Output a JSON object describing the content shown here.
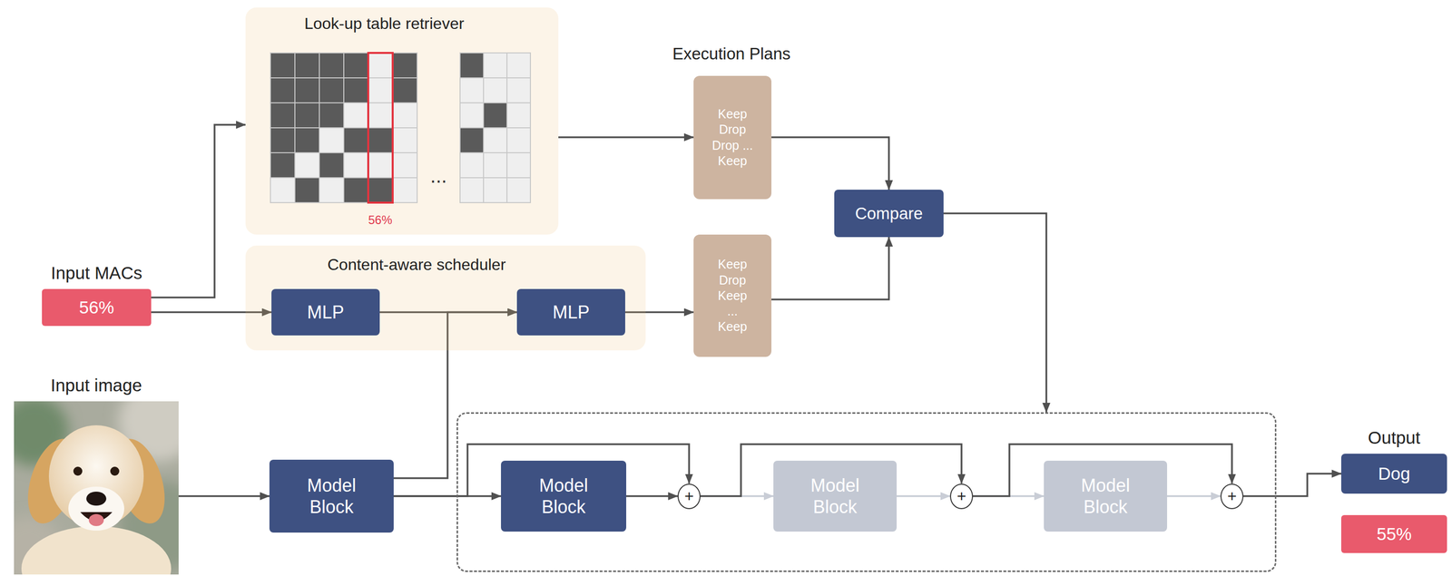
{
  "diagram": {
    "nodes": [
      {
        "text": [
          "Look-up table retriever"
        ]
      },
      {
        "text": [
          "Content-aware scheduler"
        ]
      },
      {
        "text": [
          "MLP"
        ],
        "in": 1
      },
      {
        "text": [
          "MLP"
        ],
        "in": 1
      },
      {
        "text": [
          "Keep Drop Drop ... Keep"
        ]
      },
      {
        "text": [
          "Keep Drop Keep ... Keep"
        ]
      },
      {
        "text": [
          "Compare"
        ]
      },
      {
        "text": [
          "Input MACs",
          "56%"
        ]
      },
      {
        "text": [
          "Input image"
        ]
      },
      {
        "text": [
          "Model Block"
        ]
      },
      {
        "text": []
      },
      {
        "text": [
          "Model Block"
        ],
        "in": 10
      },
      {
        "text": [
          "Model Block"
        ],
        "in": 10
      },
      {
        "text": [
          "Model Block"
        ],
        "in": 10
      },
      {
        "text": [
          "+"
        ],
        "in": 10
      },
      {
        "text": [
          "+"
        ],
        "in": 10
      },
      {
        "text": [
          "+"
        ],
        "in": 10
      },
      {
        "text": [
          "Output",
          "Dog"
        ]
      },
      {
        "text": [
          "55%"
        ]
      }
    ],
    "edges": [
      {
        "from": 7,
        "to": 0,
        "arrow": "to"
      },
      {
        "from": 7,
        "to": 2,
        "arrow": "to"
      },
      {
        "from": 2,
        "to": 3,
        "arrow": "to"
      },
      {
        "from": 9,
        "to": 3,
        "arrow": "to"
      },
      {
        "from": 0,
        "to": 4,
        "arrow": "to"
      },
      {
        "from": 3,
        "to": 5,
        "arrow": "to"
      },
      {
        "from": 4,
        "to": 6,
        "arrow": "to"
      },
      {
        "from": 5,
        "to": 6,
        "arrow": "to"
      },
      {
        "from": 6,
        "to": 10,
        "arrow": "to"
      },
      {
        "from": 8,
        "to": 9,
        "arrow": "to"
      },
      {
        "from": 9,
        "to": 11,
        "arrow": "to"
      },
      {
        "from": 9,
        "to": 14,
        "arrow": "to"
      },
      {
        "from": 11,
        "to": 14,
        "arrow": "to"
      },
      {
        "from": 14,
        "to": 12,
        "arrow": "to"
      },
      {
        "from": 14,
        "to": 15,
        "arrow": "to"
      },
      {
        "from": 12,
        "to": 15,
        "arrow": "to"
      },
      {
        "from": 15,
        "to": 13,
        "arrow": "to"
      },
      {
        "from": 15,
        "to": 16,
        "arrow": "to"
      },
      {
        "from": 13,
        "to": 16,
        "arrow": "to"
      },
      {
        "from": 16,
        "to": 17,
        "arrow": "to"
      }
    ],
    "labels": [
      "56%",
      "...",
      "Execution Plans"
    ]
  }
}
